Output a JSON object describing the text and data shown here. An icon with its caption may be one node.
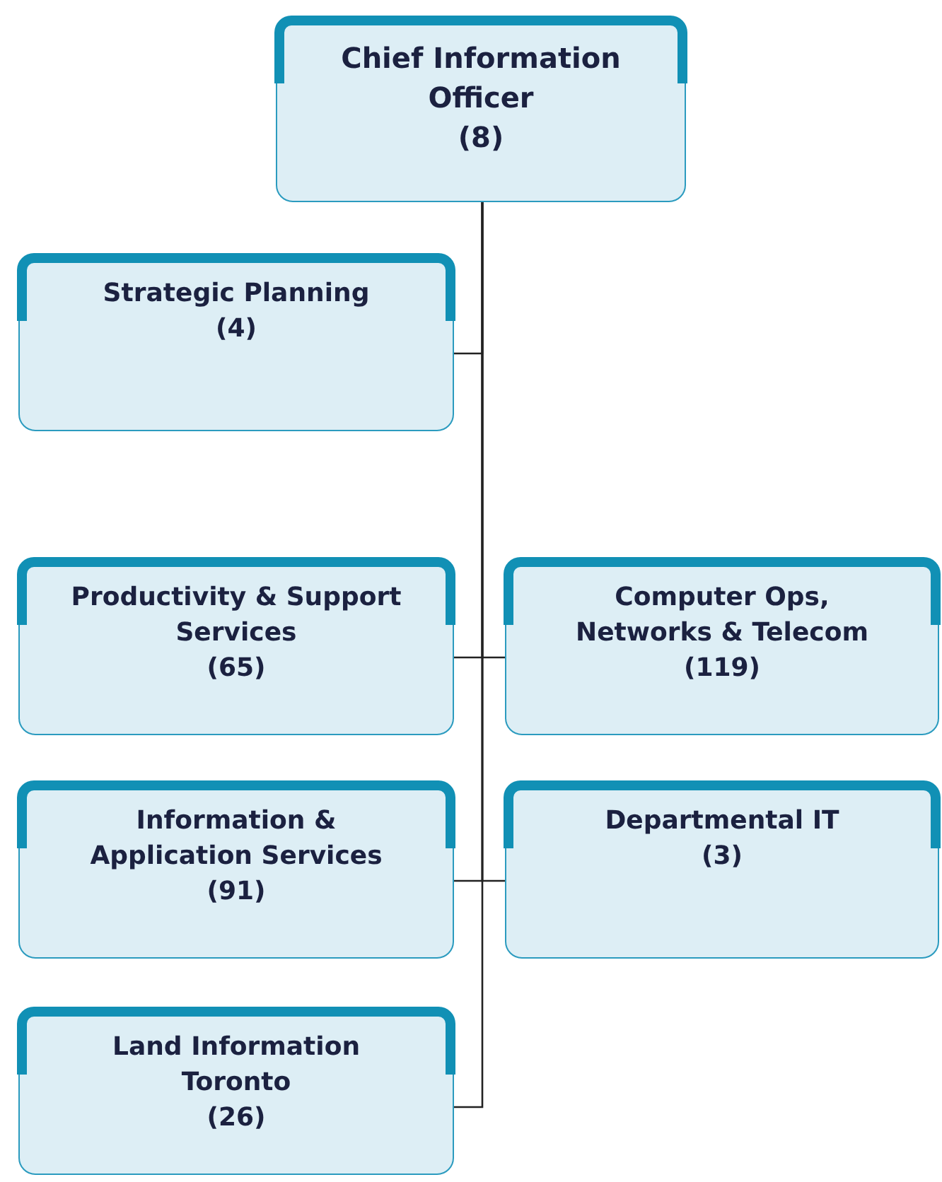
{
  "diagram": {
    "nodes": [
      {
        "text": [
          "Chief Information Officer",
          "(8)"
        ]
      },
      {
        "text": [
          "Strategic Planning",
          "(4)"
        ]
      },
      {
        "text": [
          "Productivity & Support Services",
          "(65)"
        ]
      },
      {
        "text": [
          "Computer Ops, Networks & Telecom",
          "(119)"
        ]
      },
      {
        "text": [
          "Information & Application Services",
          "(91)"
        ]
      },
      {
        "text": [
          "Departmental IT",
          "(3)"
        ]
      },
      {
        "text": [
          "Land Information Toronto",
          "(26)"
        ]
      }
    ],
    "edges": [
      {
        "from": 0,
        "to": 1,
        "arrow": "none"
      },
      {
        "from": 0,
        "to": 2,
        "arrow": "none"
      },
      {
        "from": 0,
        "to": 3,
        "arrow": "none"
      },
      {
        "from": 0,
        "to": 4,
        "arrow": "none"
      },
      {
        "from": 0,
        "to": 5,
        "arrow": "none"
      },
      {
        "from": 0,
        "to": 6,
        "arrow": "none"
      }
    ]
  }
}
